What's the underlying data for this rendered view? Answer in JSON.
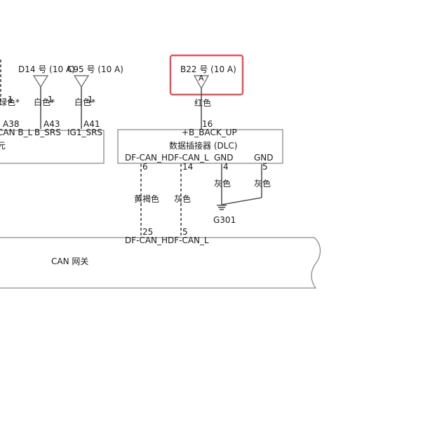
{
  "fuses": {
    "d14": {
      "label": "D14 号 (10 A)"
    },
    "c95": {
      "label": "C95 号 (10 A)"
    },
    "b22": {
      "label": "B22 号 (10 A)",
      "terminal": "A"
    }
  },
  "left_wires": {
    "w1": {
      "color": "绿色*",
      "pin": "1",
      "conn": "A38",
      "signal": "CAN B_L"
    },
    "w2": {
      "color": "白色*",
      "pin": "1",
      "conn": "A43",
      "signal": "B_SRS"
    },
    "w3": {
      "color": "白色*",
      "pin": "1",
      "conn": "A41",
      "signal": "IG1_SRS"
    }
  },
  "left_module": {
    "partial_label": "元"
  },
  "dlc": {
    "title": "数据插接器 (DLC)",
    "power_signal": "+B_BACK_UP",
    "power_pin": "16",
    "power_wire_color": "红色",
    "pins": [
      {
        "signal": "DF-CAN_H",
        "pin": "6",
        "wire_color": "黄褐色"
      },
      {
        "signal": "DF-CAN_L",
        "pin": "14",
        "wire_color": "灰色"
      },
      {
        "signal": "GND",
        "pin": "4",
        "wire_color": "灰色"
      },
      {
        "signal": "GND",
        "pin": "5",
        "wire_color": "灰色"
      }
    ]
  },
  "ground": {
    "label": "G301"
  },
  "gateway": {
    "title": "CAN 网关",
    "pins": [
      {
        "signal": "DF-CAN_H",
        "pin": "25"
      },
      {
        "signal": "DF-CAN_L",
        "pin": "5"
      }
    ]
  }
}
